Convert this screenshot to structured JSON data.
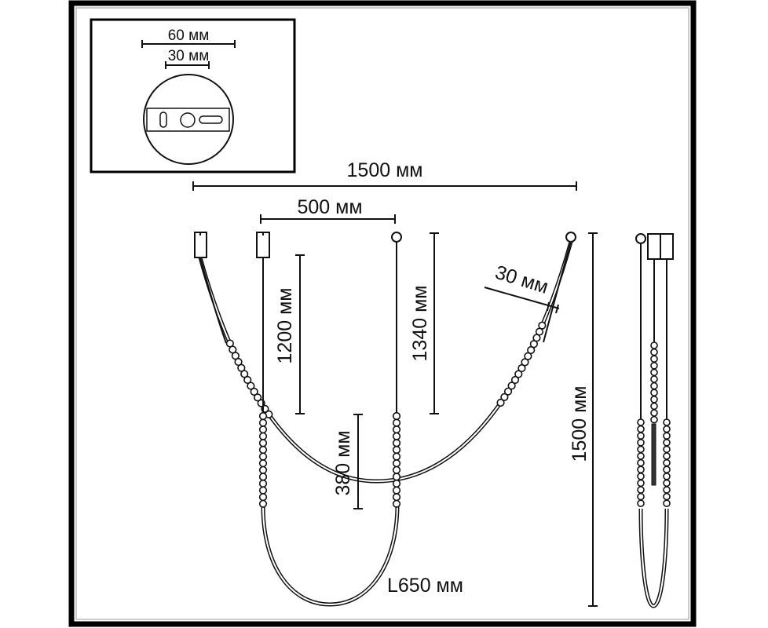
{
  "inset": {
    "outer_diameter_label": "60 мм",
    "plate_width_label": "30 мм"
  },
  "dimensions": {
    "total_width": "1500 мм",
    "spacing": "500 мм",
    "drop_1": "1200 мм",
    "drop_2": "1340 мм",
    "loop_height": "380 мм",
    "diameter": "30 мм",
    "total_height": "1500 мм",
    "loop_length": "L650 мм"
  },
  "colors": {
    "line": "#111111",
    "background": "#ffffff"
  }
}
